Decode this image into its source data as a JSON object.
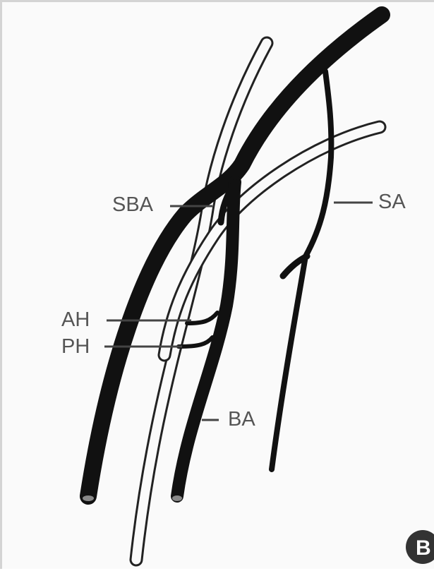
{
  "labels": {
    "sba": "SBA",
    "sa": "SA",
    "ah": "AH",
    "ph": "PH",
    "ba": "BA"
  },
  "panel_letter": "B",
  "colors": {
    "vessel": "#111111",
    "outline": "#222222",
    "label": "#555555",
    "background": "#fafafa"
  }
}
